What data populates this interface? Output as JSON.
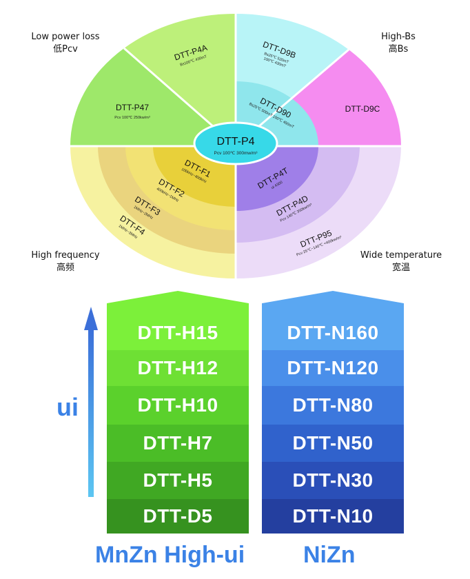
{
  "corners": {
    "top_left": {
      "en": "Low power loss",
      "zh": "低Pcv"
    },
    "top_right": {
      "en": "High-Bs",
      "zh": "高Bs"
    },
    "bottom_left": {
      "en": "High frequency",
      "zh": "高频"
    },
    "bottom_right": {
      "en": "Wide temperature",
      "zh": "宽温"
    }
  },
  "center": {
    "name": "DTT-P4",
    "spec": "Pcv 100℃ 300mw/m³"
  },
  "segments": {
    "p4a": {
      "name": "DTT-P4A",
      "spec": "Bs100℃ 430mT"
    },
    "p47": {
      "name": "DTT-P47",
      "spec": "Pcv 100℃ 250kw/m³"
    },
    "d9b": {
      "name": "DTT-D9B",
      "spec1": "Bs25℃ 520mT",
      "spec2": "100℃ 430mT"
    },
    "d90": {
      "name": "DTT-D90",
      "spec": "Bs25℃ 500mT 100℃ 450mT"
    },
    "d9c": {
      "name": "DTT-D9C"
    },
    "f1": {
      "name": "DTT-F1",
      "spec": "100kHz~400kHz"
    },
    "f2": {
      "name": "DTT-F2",
      "spec": "400kHz~1MHz"
    },
    "f3": {
      "name": "DTT-F3",
      "spec": "1MHz~2MHz"
    },
    "f4": {
      "name": "DTT-F4",
      "spec": "1MHz~3MHz"
    },
    "p4t": {
      "name": "DTT-P4T",
      "spec": "ui 4300"
    },
    "p4d": {
      "name": "DTT-P4D",
      "spec": "Pcv 140℃ 350kw/m³"
    },
    "p95": {
      "name": "DTT-P95",
      "spec": "Pcv 25℃~140℃ <400kw/m³"
    }
  },
  "ladder": {
    "axis_label": "ui",
    "mnzn": [
      "DTT-H15",
      "DTT-H12",
      "DTT-H10",
      "DTT-H7",
      "DTT-H5",
      "DTT-D5"
    ],
    "nizn": [
      "DTT-N160",
      "DTT-N120",
      "DTT-N80",
      "DTT-N50",
      "DTT-N30",
      "DTT-N10"
    ],
    "mnzn_label": "MnZn High-ui",
    "nizn_label": "NiZn"
  },
  "colors": {
    "accent_blue": "#3b82e6",
    "mnzn_steps": [
      "#7cf03a",
      "#6ee034",
      "#5bd12c",
      "#4bbd27",
      "#40a823",
      "#36921f"
    ],
    "nizn_steps": [
      "#5aa7f2",
      "#4a8fea",
      "#3c78dd",
      "#3062cc",
      "#2a4fb8",
      "#243f9f"
    ]
  }
}
